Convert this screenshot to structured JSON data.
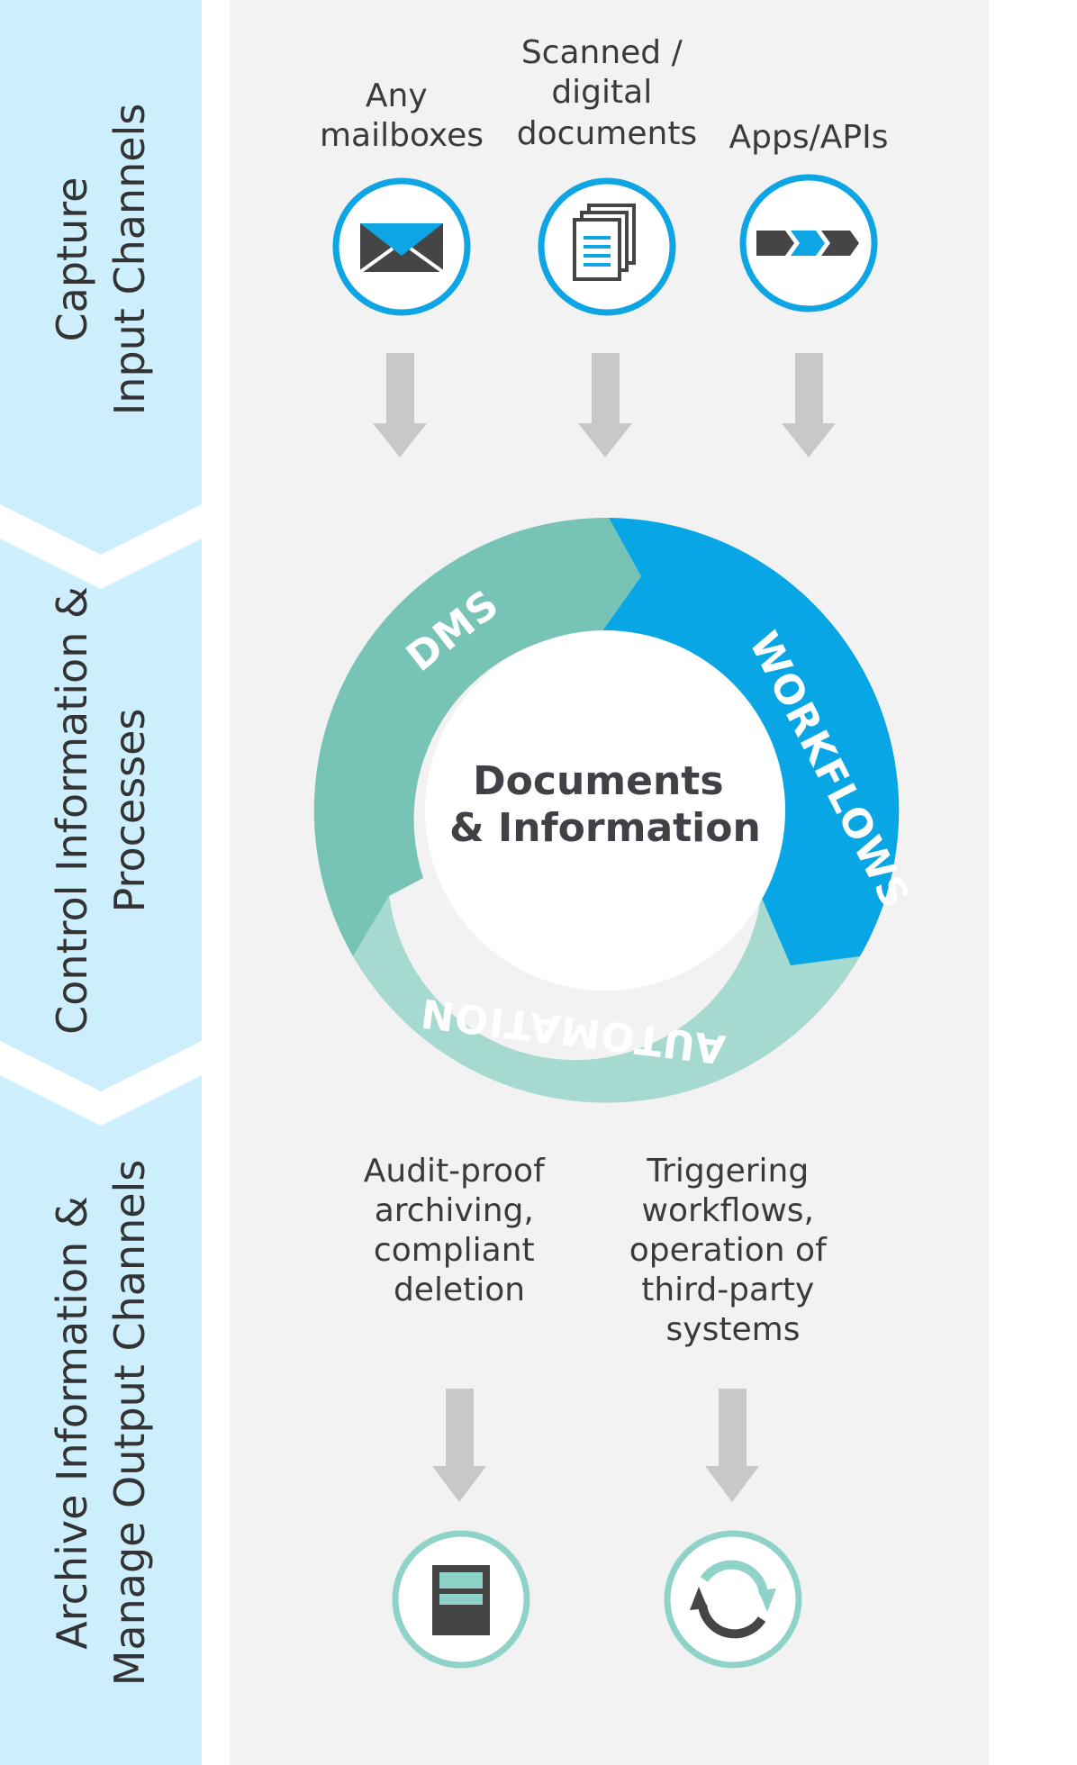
{
  "sidebar": {
    "stages": [
      {
        "lines": [
          "Capture",
          "Input Channels"
        ]
      },
      {
        "lines": [
          "Control Information &",
          "Processes"
        ]
      },
      {
        "lines": [
          "Archive Information &",
          "Manage Output Channels"
        ]
      }
    ]
  },
  "inputs": [
    {
      "lines": [
        "Any",
        "mailboxes"
      ],
      "icon": "envelope-icon"
    },
    {
      "lines": [
        "Scanned /",
        "digital",
        "documents"
      ],
      "icon": "documents-icon"
    },
    {
      "lines": [
        "Apps/APIs"
      ],
      "icon": "api-chain-icon"
    }
  ],
  "cycle": {
    "segments": {
      "dms": "DMS",
      "workflows": "WORKFLOWS",
      "automation": "AUTOMATION"
    },
    "center": [
      "Documents",
      "& Information"
    ]
  },
  "outputs": [
    {
      "lines": [
        "Audit-proof",
        "archiving,",
        "compliant",
        "deletion"
      ],
      "icon": "archive-cabinet-icon"
    },
    {
      "lines": [
        "Triggering",
        "workflows,",
        "operation of",
        "third-party",
        "systems"
      ],
      "icon": "sync-icon"
    }
  ],
  "colors": {
    "sidebar": "#cdeefc",
    "panel": "#f2f2f2",
    "icon_ring_blue": "#0ea5e4",
    "icon_ring_teal": "#8fd3c8",
    "dms": "#77c3b5",
    "workflows": "#09a6e6",
    "automation": "#a6dad0",
    "arrow": "#c8c8c8",
    "icon_dark": "#454545"
  }
}
